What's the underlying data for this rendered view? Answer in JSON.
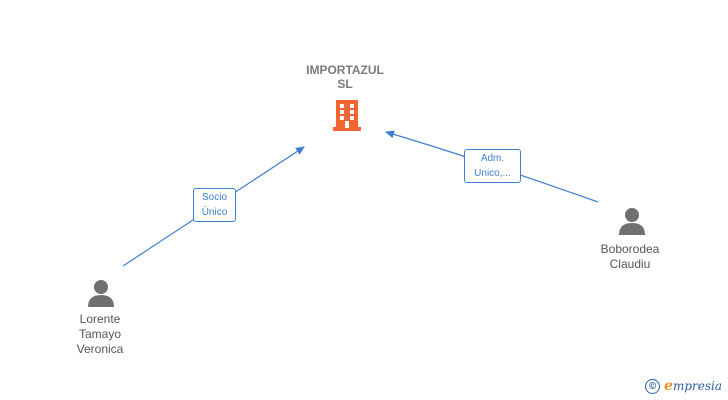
{
  "company": {
    "name_line1": "IMPORTAZUL",
    "name_line2": "SL",
    "icon": "building-icon",
    "color": "#f26430"
  },
  "people": [
    {
      "id": "lorente",
      "lines": [
        "Lorente",
        "Tamayo",
        "Veronica"
      ],
      "icon": "person-icon"
    },
    {
      "id": "boborodea",
      "lines": [
        "Boborodea",
        "Claudiu"
      ],
      "icon": "person-icon"
    }
  ],
  "edges": [
    {
      "from": "lorente",
      "label_lines": [
        "Socio",
        "Único"
      ]
    },
    {
      "from": "boborodea",
      "label_lines": [
        "Adm.",
        "Unico,..."
      ]
    }
  ],
  "colors": {
    "edge": "#3f7fcf",
    "person": "#707070",
    "label_text": "#555555"
  },
  "brand": {
    "symbol": "©",
    "e": "e",
    "rest": "mpresia"
  }
}
